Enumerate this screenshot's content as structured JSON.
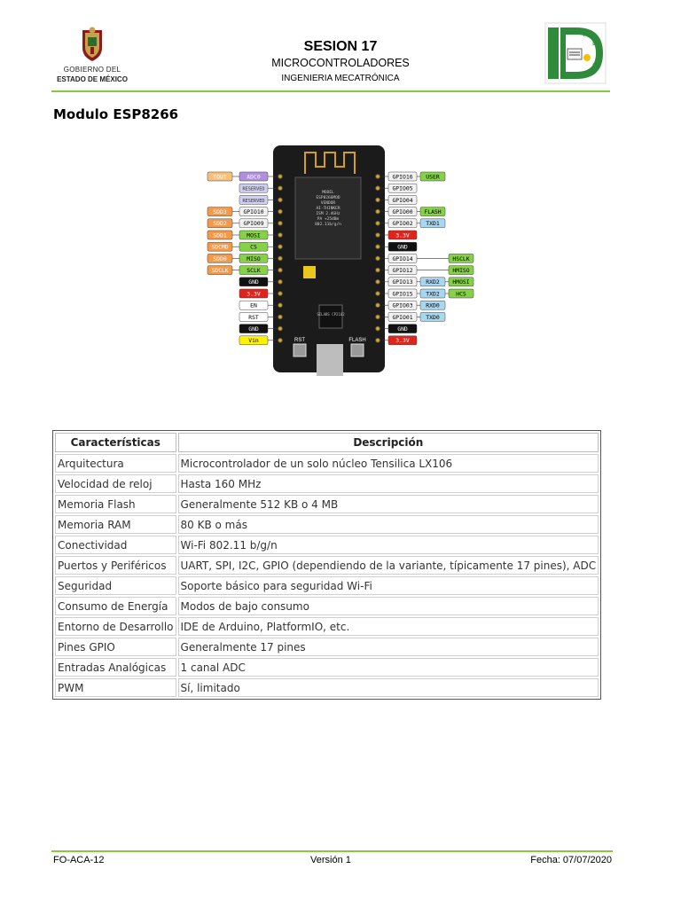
{
  "header": {
    "left_logo": {
      "icon": "state-coat-of-arms-icon",
      "line1": "GOBIERNO DEL",
      "line2": "ESTADO DE MÉXICO"
    },
    "title": "SESION 17",
    "subtitle": "MICROCONTROLADORES",
    "program": "INGENIERIA MECATRÓNICA",
    "right_logo": {
      "icon": "tesi-logo-icon",
      "letters": [
        "T",
        "E",
        "S",
        "I"
      ]
    },
    "accent_color": "#8cc63f"
  },
  "section_heading": "Modulo ESP8266",
  "pinout": {
    "board_text": {
      "module_lines": [
        "MODEL",
        "ESP8266MOD",
        "VENDOR",
        "AI-THINKER",
        "ISM 2.4GHz",
        "PA +25dBm",
        "802.11b/g/n"
      ],
      "rst": "RST",
      "flash": "FLASH",
      "chip": "SILABS CP2102"
    },
    "left_pins": [
      {
        "side_label": "TOUT",
        "label": "ADC0"
      },
      {
        "side_label": "",
        "label": "RESERVED"
      },
      {
        "side_label": "",
        "label": "RESERVED"
      },
      {
        "side_label": "SDD3",
        "label": "GPIO10"
      },
      {
        "side_label": "SDD2",
        "label": "GPIO09"
      },
      {
        "side_label": "SDD1",
        "label": "MOSI"
      },
      {
        "side_label": "SDCMD",
        "label": "CS"
      },
      {
        "side_label": "SDD0",
        "label": "MISO"
      },
      {
        "side_label": "SDCLK",
        "label": "SCLK"
      },
      {
        "side_label": "",
        "label": "GND"
      },
      {
        "side_label": "",
        "label": "3.3V"
      },
      {
        "side_label": "",
        "label": "EN"
      },
      {
        "side_label": "",
        "label": "RST"
      },
      {
        "side_label": "",
        "label": "GND"
      },
      {
        "side_label": "",
        "label": "Vin"
      }
    ],
    "right_pins": [
      {
        "label": "GPIO16",
        "extra": [
          "USER"
        ]
      },
      {
        "label": "GPIO05",
        "extra": []
      },
      {
        "label": "GPIO04",
        "extra": []
      },
      {
        "label": "GPIO00",
        "extra": [
          "FLASH"
        ]
      },
      {
        "label": "GPIO02",
        "extra": [
          "TXD1"
        ]
      },
      {
        "label": "3.3V",
        "extra": []
      },
      {
        "label": "GND",
        "extra": []
      },
      {
        "label": "GPIO14",
        "extra": [
          "HSCLK"
        ]
      },
      {
        "label": "GPIO12",
        "extra": [
          "HMISO"
        ]
      },
      {
        "label": "GPIO13",
        "extra": [
          "RXD2",
          "HMOSI"
        ]
      },
      {
        "label": "GPIO15",
        "extra": [
          "TXD2",
          "HCS"
        ]
      },
      {
        "label": "GPIO03",
        "extra": [
          "RXD0"
        ]
      },
      {
        "label": "GPIO01",
        "extra": [
          "TXD0"
        ]
      },
      {
        "label": "GND",
        "extra": []
      },
      {
        "label": "3.3V",
        "extra": []
      }
    ],
    "colors": {
      "adc": "#b08ee0",
      "reserved": "#cfcfef",
      "gpio": "#f2f2f2",
      "sd": "#f39a4a",
      "tout": "#f7c07a",
      "spi": "#86d04a",
      "gnd": "#111111",
      "power": "#e0241b",
      "ctrl": "#ffffff",
      "vin": "#fff200",
      "user": "#86d04a",
      "uart": "#a8d8f0",
      "board": "#1b1b1b"
    }
  },
  "table": {
    "headers": [
      "Características",
      "Descripción"
    ],
    "rows": [
      [
        "Arquitectura",
        "Microcontrolador de un solo núcleo Tensilica LX106"
      ],
      [
        "Velocidad de reloj",
        "Hasta 160 MHz"
      ],
      [
        "Memoria Flash",
        "Generalmente 512 KB o 4 MB"
      ],
      [
        "Memoria RAM",
        "80 KB o más"
      ],
      [
        "Conectividad",
        "Wi-Fi 802.11 b/g/n"
      ],
      [
        "Puertos y Periféricos",
        "UART, SPI, I2C, GPIO (dependiendo de la variante, típicamente 17 pines), ADC"
      ],
      [
        "Seguridad",
        "Soporte básico para seguridad Wi-Fi"
      ],
      [
        "Consumo de Energía",
        "Modos de bajo consumo"
      ],
      [
        "Entorno de Desarrollo",
        "IDE de Arduino, PlatformIO, etc."
      ],
      [
        "Pines GPIO",
        "Generalmente 17 pines"
      ],
      [
        "Entradas Analógicas",
        "1 canal ADC"
      ],
      [
        "PWM",
        "Sí, limitado"
      ]
    ]
  },
  "footer": {
    "code": "FO-ACA-12",
    "version": "Versión 1",
    "date": "Fecha: 07/07/2020"
  }
}
